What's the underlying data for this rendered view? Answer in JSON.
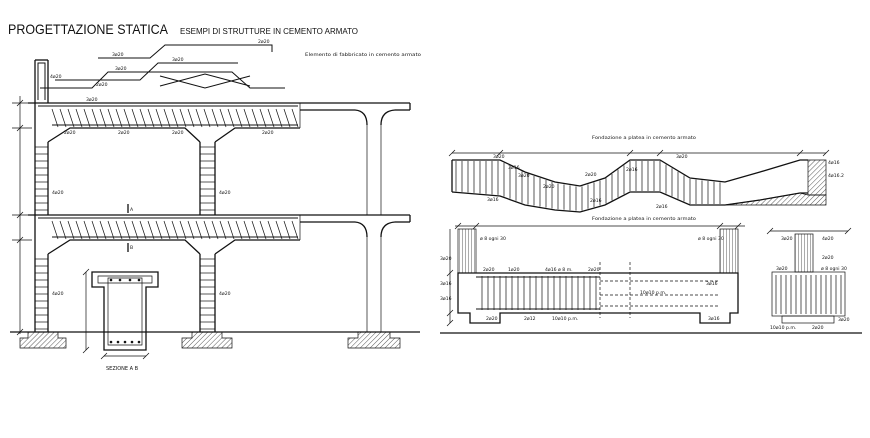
{
  "header": {
    "title": "PROGETTAZIONE STATICA",
    "subtitle": "ESEMPI DI STRUTTURE IN CEMENTO ARMATO"
  },
  "frame": {
    "caption": "Elemento di fabbricato in cemento armato",
    "section_title": "SEZIONE A B",
    "section_marks": [
      "A",
      "B"
    ],
    "rebar_labels": [
      "3ø20",
      "2ø20",
      "3ø20",
      "3ø20",
      "4ø20",
      "2ø20",
      "3ø20",
      "2ø20",
      "2ø20",
      "2ø20",
      "2ø20",
      "4ø20",
      "4ø20",
      "4ø20",
      "4ø20"
    ]
  },
  "foundation_slab": {
    "caption": "Fondazione a platea in cemento armato",
    "rebar_labels": [
      "3ø20",
      "3ø20",
      "3ø16",
      "2ø16",
      "2ø20",
      "3ø20",
      "2ø20",
      "3ø16",
      "2ø16",
      "2ø16",
      "4ø16",
      "4ø16.2"
    ]
  },
  "foundation_beam": {
    "caption": "Fondazione a platea in cemento armato",
    "rebar_labels": [
      "ø 8 ogni 30",
      "ø 8 ogni 30",
      "3ø20",
      "2ø20",
      "1ø20",
      "4ø16 ø 8 m.",
      "2ø20",
      "3ø16",
      "3ø16",
      "3ø16",
      "10ø10 p.m.",
      "2ø20",
      "2ø12",
      "10ø10 p.m.",
      "3ø16"
    ]
  },
  "cross_section": {
    "rebar_labels": [
      "3ø20",
      "4ø20",
      "2ø20",
      "ø 8 ogni 30",
      "3ø20",
      "10ø10 p.m.",
      "2ø20",
      "3ø20"
    ]
  }
}
